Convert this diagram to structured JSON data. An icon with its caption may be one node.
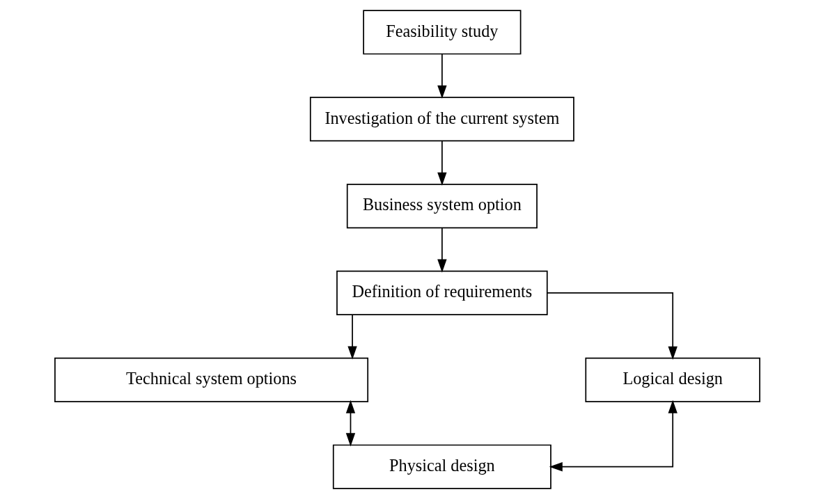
{
  "diagram": {
    "nodes": [
      {
        "text": [
          "Feasibility study"
        ]
      },
      {
        "text": [
          "Investigation of the current system"
        ]
      },
      {
        "text": [
          "Business system option"
        ]
      },
      {
        "text": [
          "Definition of requirements"
        ]
      },
      {
        "text": [
          "Technical system options"
        ]
      },
      {
        "text": [
          "Logical design"
        ]
      },
      {
        "text": [
          "Physical design"
        ]
      }
    ],
    "edges": [
      {
        "from": 0,
        "to": 1,
        "arrow": "to"
      },
      {
        "from": 1,
        "to": 2,
        "arrow": "to"
      },
      {
        "from": 2,
        "to": 3,
        "arrow": "to"
      },
      {
        "from": 3,
        "to": 4,
        "arrow": "to"
      },
      {
        "from": 3,
        "to": 5,
        "arrow": "to"
      },
      {
        "from": 4,
        "to": 6,
        "arrow": "both"
      },
      {
        "from": 5,
        "to": 6,
        "arrow": "both"
      }
    ]
  }
}
